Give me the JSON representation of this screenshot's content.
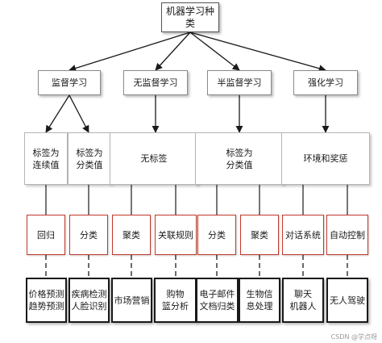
{
  "root": "机器学习种类",
  "categories": [
    "监督学习",
    "无监督学习",
    "半监督学习",
    "强化学习"
  ],
  "tasks": [
    "标签为\n连续值",
    "标签为\n分类值",
    "无标签",
    "标签为\n分类值",
    "环境和奖惩"
  ],
  "methods": [
    "回归",
    "分类",
    "聚类",
    "关联规则",
    "分类",
    "聚类",
    "对话系统",
    "自动控制"
  ],
  "applications": [
    "价格预测\n趋势预测",
    "疾病检测\n人脸识别",
    "市场营销",
    "购物\n篮分析",
    "电子邮件\n文档归类",
    "生物信\n息处理",
    "聊天\n机器人",
    "无人驾驶"
  ],
  "watermark": "CSDN @学点呀"
}
